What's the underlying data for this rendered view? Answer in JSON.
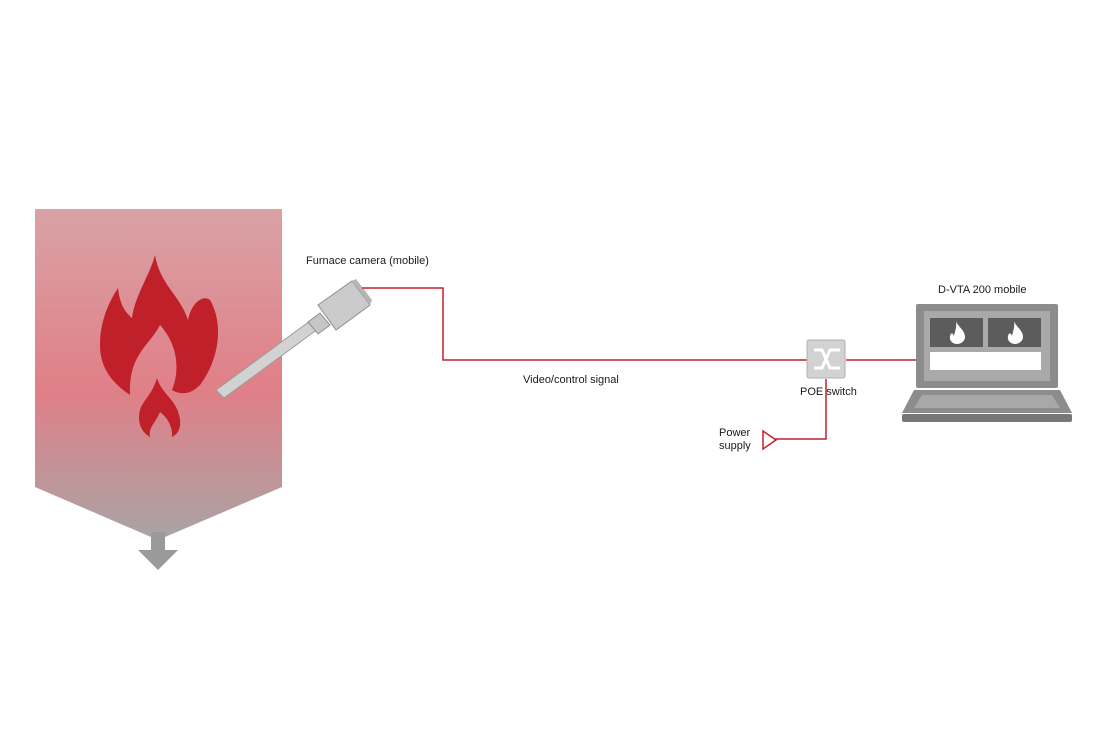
{
  "labels": {
    "camera": "Furnace camera (mobile)",
    "signal": "Video/control signal",
    "switch": "POE switch",
    "power": "Power supply",
    "laptop": "D-VTA 200 mobile"
  },
  "colors": {
    "accent_red": "#c0202a",
    "furnace_top": "#d9a0a3",
    "furnace_mid": "#e07f87",
    "furnace_bottom": "#a8a4a4",
    "arrow_gray": "#9a9a9a",
    "camera_gray": "#c8c8c8",
    "laptop_gray": "#8c8c8c",
    "screen_dark": "#5c5c5c"
  },
  "icons": [
    "flame-icon",
    "switch-icon",
    "laptop-icon",
    "power-plug-icon",
    "down-arrow-icon",
    "camera-icon"
  ]
}
